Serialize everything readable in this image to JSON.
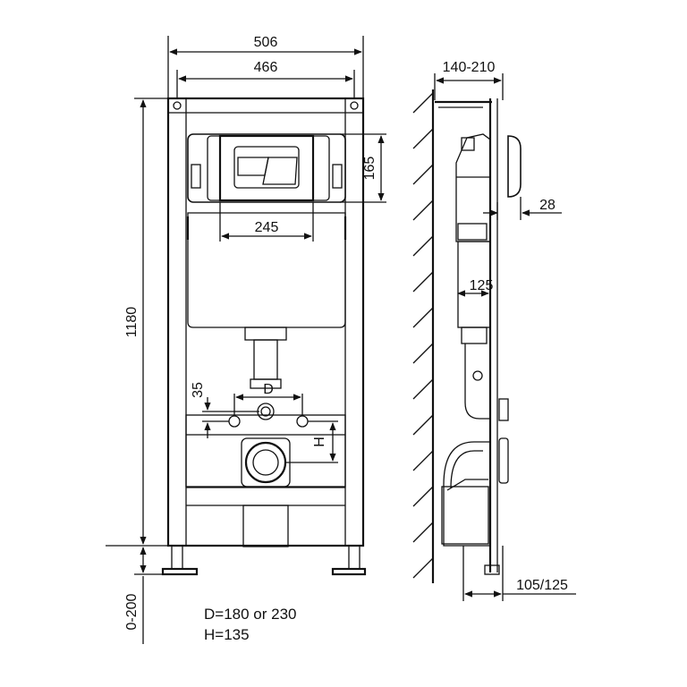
{
  "front_view": {
    "dimensions": {
      "overall_width": "506",
      "inner_width": "466",
      "height": "1180",
      "plate_height": "165",
      "plate_width": "245",
      "offset_35": "35",
      "d_label": "D",
      "h_label": "H",
      "leg_adjust": "0-200"
    },
    "notes": {
      "d_values": "D=180 or 230",
      "h_values": "H=135"
    }
  },
  "side_view": {
    "dimensions": {
      "depth": "140-210",
      "plate_offset": "28",
      "pipe_offset": "125",
      "outlet": "105/125"
    }
  }
}
